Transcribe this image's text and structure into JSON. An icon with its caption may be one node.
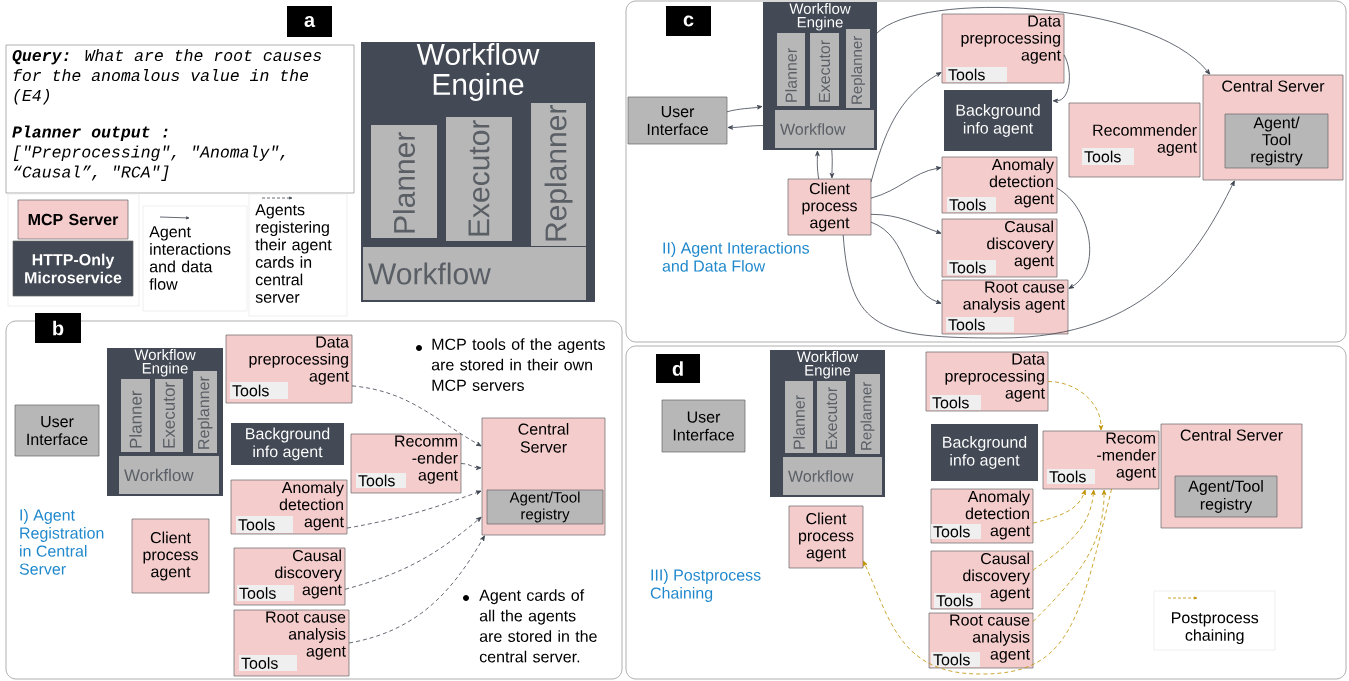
{
  "diagram": {
    "nodes": [
      {
        "text": [
          "a"
        ]
      },
      {
        "text": [
          "**Query:** What are the root causes for the anomalous value in the (E4)",
          "**Planner output :** [\"Preprocessing\", \"Anomaly\", “Causal”, \"RCA\"]"
        ]
      },
      {
        "text": [
          "Workflow Engine"
        ]
      },
      {
        "text": [
          "Planner"
        ],
        "in": 2
      },
      {
        "text": [
          "Executor"
        ],
        "in": 2
      },
      {
        "text": [
          "Replanner"
        ],
        "in": 2
      },
      {
        "text": [
          "Workflow"
        ],
        "in": 2
      },
      {
        "text": [
          "I) Agent Registration in Central Server"
        ]
      },
      {
        "text": [
          "b"
        ]
      },
      {
        "text": [
          "User Interface"
        ],
        "in": 7
      },
      {
        "text": [
          "Workflow Engine"
        ],
        "in": 7
      },
      {
        "text": [
          "Planner"
        ],
        "in": 10
      },
      {
        "text": [
          "Executor"
        ],
        "in": 10
      },
      {
        "text": [
          "Replanner"
        ],
        "in": 10
      },
      {
        "text": [
          "Workflow"
        ],
        "in": 10
      },
      {
        "text": [
          "Data preprocessing agent"
        ],
        "in": 7
      },
      {
        "text": [
          "Tools"
        ],
        "in": 15
      },
      {
        "text": [
          "Background info agent"
        ],
        "in": 7
      },
      {
        "text": [
          "Recomm -ender agent"
        ],
        "in": 7
      },
      {
        "text": [
          "Tools"
        ],
        "in": 18
      },
      {
        "text": [
          "Anomaly detection agent"
        ],
        "in": 7
      },
      {
        "text": [
          "Tools"
        ],
        "in": 20
      },
      {
        "text": [
          "Client process agent"
        ],
        "in": 7
      },
      {
        "text": [
          "Causal discovery agent"
        ],
        "in": 7
      },
      {
        "text": [
          "Tools"
        ],
        "in": 23
      },
      {
        "text": [
          "Root cause analysis agent"
        ],
        "in": 7
      },
      {
        "text": [
          "Tools"
        ],
        "in": 25
      },
      {
        "text": [
          "Central Server"
        ],
        "in": 7
      },
      {
        "text": [
          "Agent/Tool registry"
        ],
        "in": 27
      },
      {
        "text": [
          "II) Agent Interactions and Data Flow"
        ]
      },
      {
        "text": [
          "c"
        ],
        "in": 29
      },
      {
        "text": [
          "User Interface"
        ],
        "in": 29
      },
      {
        "text": [
          "Workflow Engine"
        ],
        "in": 29
      },
      {
        "text": [
          "Planner"
        ],
        "in": 32
      },
      {
        "text": [
          "Executor"
        ],
        "in": 32
      },
      {
        "text": [
          "Replanner"
        ],
        "in": 32
      },
      {
        "text": [
          "Workflow"
        ],
        "in": 32
      },
      {
        "text": [
          "Data preprocessing agent"
        ],
        "in": 29
      },
      {
        "text": [
          "Tools"
        ],
        "in": 37
      },
      {
        "text": [
          "Background info agent"
        ],
        "in": 29
      },
      {
        "text": [
          "Anomaly detection agent"
        ],
        "in": 29
      },
      {
        "text": [
          "Tools"
        ],
        "in": 40
      },
      {
        "text": [
          "Causal discovery agent"
        ],
        "in": 29
      },
      {
        "text": [
          "Tools"
        ],
        "in": 42
      },
      {
        "text": [
          "Root cause analysis agent"
        ],
        "in": 29
      },
      {
        "text": [
          "Tools"
        ],
        "in": 44
      },
      {
        "text": [
          "Client process agent"
        ],
        "in": 29
      },
      {
        "text": [
          "Recommender agent"
        ],
        "in": 29
      },
      {
        "text": [
          "Tools"
        ],
        "in": 47
      },
      {
        "text": [
          "Central Server"
        ],
        "in": 29
      },
      {
        "text": [
          "Agent/ Tool registry"
        ],
        "in": 49
      },
      {
        "text": [
          "III) Postprocess Chaining"
        ]
      },
      {
        "text": [
          "d"
        ],
        "in": 51
      },
      {
        "text": [
          "User Interface"
        ],
        "in": 51
      },
      {
        "text": [
          "Workflow Engine"
        ],
        "in": 51
      },
      {
        "text": [
          "Planner"
        ],
        "in": 54
      },
      {
        "text": [
          "Executor"
        ],
        "in": 54
      },
      {
        "text": [
          "Replanner"
        ],
        "in": 54
      },
      {
        "text": [
          "Workflow"
        ],
        "in": 54
      },
      {
        "text": [
          "Data preprocessing agent"
        ],
        "in": 51
      },
      {
        "text": [
          "Tools"
        ],
        "in": 59
      },
      {
        "text": [
          "Background info agent"
        ],
        "in": 51
      },
      {
        "text": [
          "Recom -mender agent"
        ],
        "in": 51
      },
      {
        "text": [
          "Tools"
        ],
        "in": 62
      },
      {
        "text": [
          "Central Server"
        ],
        "in": 51
      },
      {
        "text": [
          "Agent/Tool registry"
        ],
        "in": 64
      },
      {
        "text": [
          "Anomaly detection agent"
        ],
        "in": 51
      },
      {
        "text": [
          "Tools"
        ],
        "in": 66
      },
      {
        "text": [
          "Client process agent"
        ],
        "in": 51
      },
      {
        "text": [
          "Causal discovery agent"
        ],
        "in": 51
      },
      {
        "text": [
          "Tools"
        ],
        "in": 69
      },
      {
        "text": [
          "Root cause analysis agent"
        ],
        "in": 51
      },
      {
        "text": [
          "Tools"
        ],
        "in": 71
      }
    ],
    "edges": [
      {
        "from": 15,
        "to": 27,
        "arrow": "to",
        "style": "dashed"
      },
      {
        "from": 18,
        "to": 27,
        "arrow": "to",
        "style": "dashed"
      },
      {
        "from": 20,
        "to": 27,
        "arrow": "to",
        "style": "dashed"
      },
      {
        "from": 23,
        "to": 27,
        "arrow": "to",
        "style": "dashed"
      },
      {
        "from": 25,
        "to": 27,
        "arrow": "to",
        "style": "dashed"
      },
      {
        "from": 31,
        "to": 32,
        "arrow": "to"
      },
      {
        "from": 32,
        "to": 31,
        "arrow": "to"
      },
      {
        "from": 46,
        "to": 32,
        "arrow": "to"
      },
      {
        "from": 32,
        "to": 46,
        "arrow": "to"
      },
      {
        "from": 32,
        "to": 49,
        "arrow": "to"
      },
      {
        "from": 37,
        "to": 39,
        "arrow": "to"
      },
      {
        "from": 46,
        "to": 37,
        "arrow": "to"
      },
      {
        "from": 46,
        "to": 40,
        "arrow": "to"
      },
      {
        "from": 46,
        "to": 42,
        "arrow": "to"
      },
      {
        "from": 46,
        "to": 44,
        "arrow": "to"
      },
      {
        "from": 40,
        "to": 44,
        "arrow": "to"
      },
      {
        "from": 46,
        "to": 49,
        "arrow": "to"
      },
      {
        "from": 59,
        "to": 62,
        "arrow": "to",
        "style": "dashed",
        "color": "#bf9000"
      },
      {
        "from": 66,
        "to": 62,
        "arrow": "to",
        "style": "dashed",
        "color": "#bf9000"
      },
      {
        "from": 69,
        "to": 62,
        "arrow": "to",
        "style": "dashed",
        "color": "#bf9000"
      },
      {
        "from": 71,
        "to": 62,
        "arrow": "to",
        "style": "dashed",
        "color": "#bf9000"
      },
      {
        "from": 62,
        "to": 68,
        "arrow": "to",
        "style": "dashed",
        "color": "#bf9000"
      }
    ],
    "labels": [
      "MCP tools of the agents are stored in their own MCP servers",
      "Agent cards of all the agents are stored in the central server."
    ],
    "legend": [
      {
        "text": "MCP Server",
        "color": "#f4cccc"
      },
      {
        "text": "HTTP-Only Microservice",
        "color": "#434a55"
      },
      {
        "text": "Agent interactions and data flow"
      },
      {
        "text": "Agents registering their agent cards in central server"
      },
      {
        "text": "Postprocess chaining"
      }
    ]
  }
}
